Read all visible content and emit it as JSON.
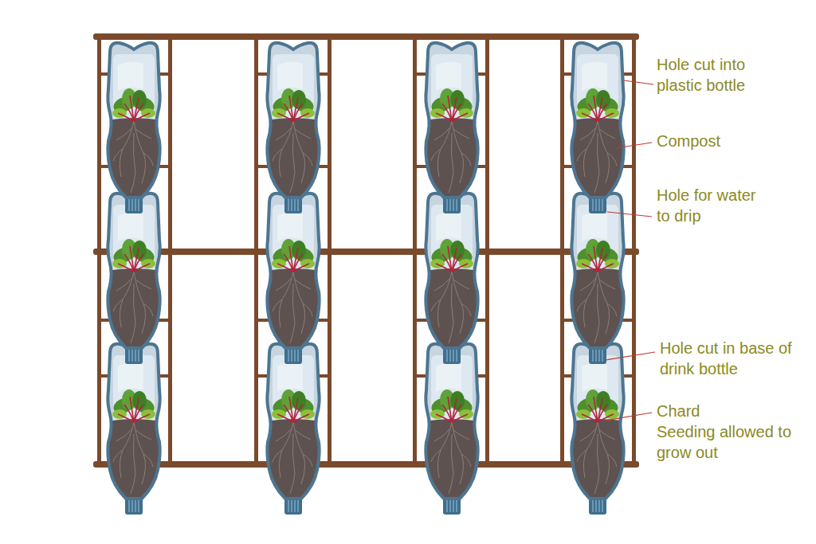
{
  "diagram": {
    "labels": [
      "Hole cut into plastic bottle",
      "Compost",
      "Hole for water to drip",
      "Hole cut in base of drink bottle",
      "Chard",
      "Seeding allowed to grow out"
    ]
  }
}
